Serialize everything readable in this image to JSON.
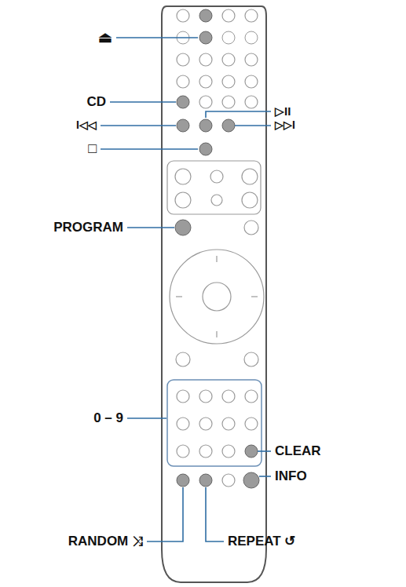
{
  "diagram": {
    "labels": [
      "⏏",
      "CD",
      "▷II",
      "I◁◁",
      "▷▷I",
      "□",
      "PROGRAM",
      "0 – 9",
      "CLEAR",
      "INFO",
      "RANDOM ⤨",
      "REPEAT ↺"
    ]
  }
}
